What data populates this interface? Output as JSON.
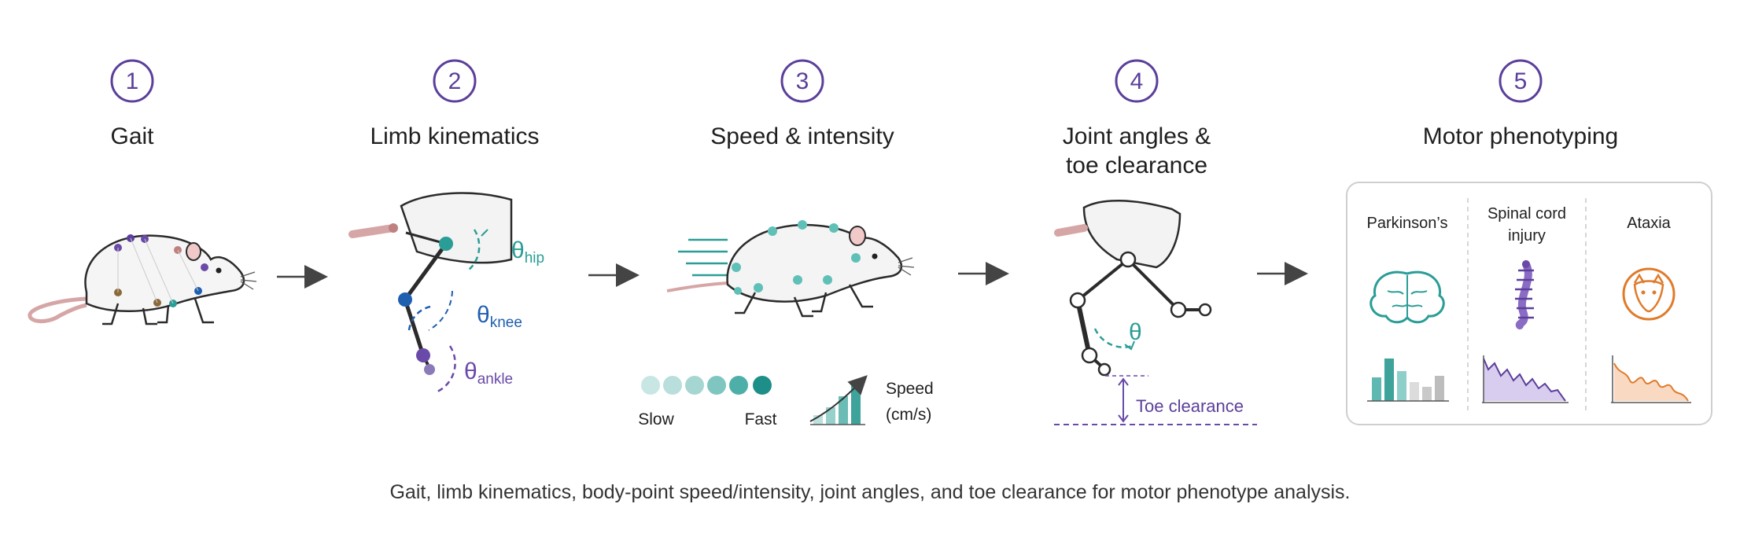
{
  "stages": [
    {
      "num": "1",
      "title": "Gait"
    },
    {
      "num": "2",
      "title": "Limb kinematics"
    },
    {
      "num": "3",
      "title": "Speed & intensity"
    },
    {
      "num": "4",
      "title_line1": "Joint angles &",
      "title_line2": "toe clearance"
    },
    {
      "num": "5",
      "title": "Motor phenotyping"
    }
  ],
  "kinematics": {
    "theta": "θ",
    "hip_sub": "hip",
    "knee_sub": "knee",
    "ankle_sub": "ankle"
  },
  "speed": {
    "slow": "Slow",
    "fast": "Fast",
    "speed_label": "Speed",
    "unit_label": "(cm/s)"
  },
  "joint": {
    "theta": "θ",
    "toe_clearance": "Toe clearance"
  },
  "phenotypes": [
    {
      "line1": "Parkinson’s",
      "line2": ""
    },
    {
      "line1": "Spinal cord",
      "line2": "injury"
    },
    {
      "line1": "Ataxia",
      "line2": ""
    }
  ],
  "caption": "Gait, limb kinematics, body-point speed/intensity, joint angles, and toe clearance for motor phenotype analysis.",
  "colors": {
    "purple": "#5b3f9a",
    "teal": "#2a9d96",
    "blue": "#1f5fb0",
    "violet": "#6a4aa8",
    "orange": "#e07b2a",
    "outline": "#2b2b2b"
  }
}
